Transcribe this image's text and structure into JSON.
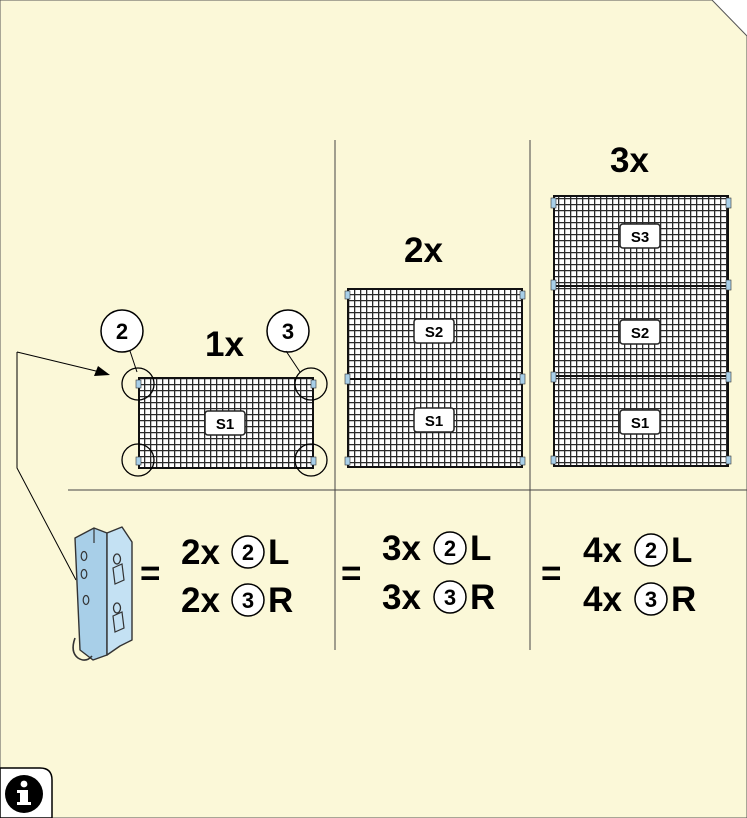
{
  "colors": {
    "background": "#fbf8d8",
    "bracket": "#a8cfe8",
    "mesh": "#2a2a2a",
    "line": "#333333"
  },
  "columns": [
    {
      "count_label": "1x",
      "shelves": [
        "S1"
      ],
      "formula": {
        "row1": {
          "qty": "2x",
          "part": "2",
          "side": "L"
        },
        "row2": {
          "qty": "2x",
          "part": "3",
          "side": "R"
        }
      }
    },
    {
      "count_label": "2x",
      "shelves": [
        "S2",
        "S1"
      ],
      "formula": {
        "row1": {
          "qty": "3x",
          "part": "2",
          "side": "L"
        },
        "row2": {
          "qty": "3x",
          "part": "3",
          "side": "R"
        }
      }
    },
    {
      "count_label": "3x",
      "shelves": [
        "S3",
        "S2",
        "S1"
      ],
      "formula": {
        "row1": {
          "qty": "4x",
          "part": "2",
          "side": "L"
        },
        "row2": {
          "qty": "4x",
          "part": "3",
          "side": "R"
        }
      }
    }
  ],
  "callouts": {
    "left": "2",
    "right": "3"
  },
  "equals": "=",
  "icons": {
    "bracket": "bracket-clip-icon",
    "info": "info-icon"
  }
}
